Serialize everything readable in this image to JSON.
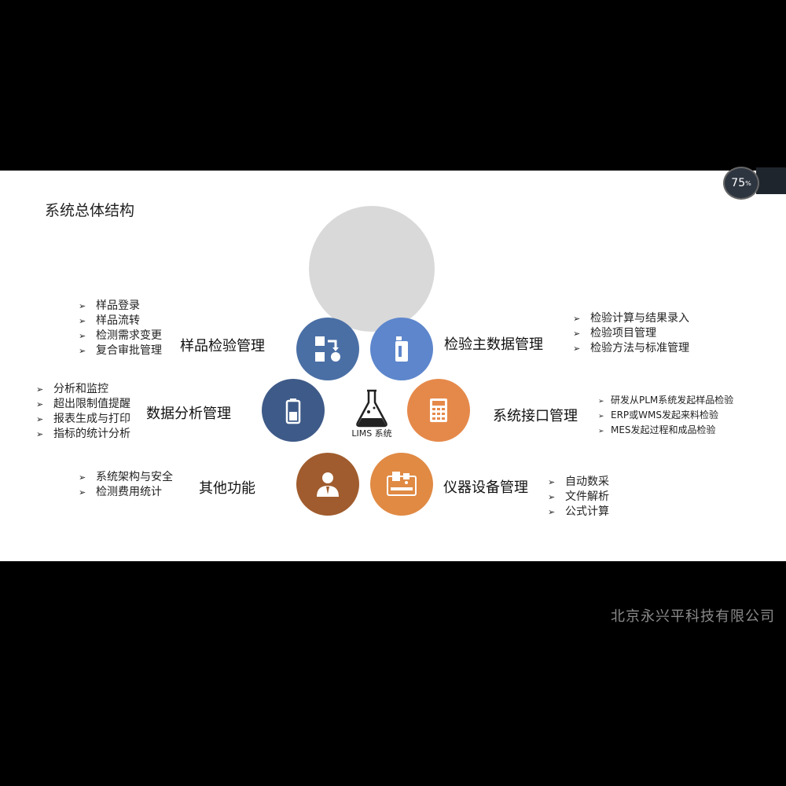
{
  "title": "系统总体结构",
  "center": {
    "label": "LIMS 系统",
    "icon": "flask-icon"
  },
  "modules": {
    "sample": {
      "label": "样品检验管理",
      "icon": "flow-icon",
      "color": "#4a6fa5",
      "items": [
        "样品登录",
        "样品流转",
        "检测需求变更",
        "复合审批管理"
      ]
    },
    "master": {
      "label": "检验主数据管理",
      "icon": "bottle-icon",
      "color": "#5d86cc",
      "items": [
        "检验计算与结果录入",
        "检验项目管理",
        "检验方法与标准管理"
      ]
    },
    "analysis": {
      "label": "数据分析管理",
      "icon": "battery-icon",
      "color": "#3e5a88",
      "items": [
        "分析和监控",
        "超出限制值提醒",
        "报表生成与打印",
        "指标的统计分析"
      ]
    },
    "interface": {
      "label": "系统接口管理",
      "icon": "calculator-icon",
      "color": "#e5894b",
      "items": [
        "研发从PLM系统发起样品检验",
        "ERP或WMS发起来料检验",
        "MES发起过程和成品检验"
      ]
    },
    "other": {
      "label": "其他功能",
      "icon": "user-icon",
      "color": "#a05c2e",
      "items": [
        "系统架构与安全",
        "检测费用统计"
      ]
    },
    "instrument": {
      "label": "仪器设备管理",
      "icon": "instrument-icon",
      "color": "#e08a44",
      "items": [
        "自动数采",
        "文件解析",
        "公式计算"
      ]
    }
  },
  "footer": "北京永兴平科技有限公司",
  "zoom": "75"
}
